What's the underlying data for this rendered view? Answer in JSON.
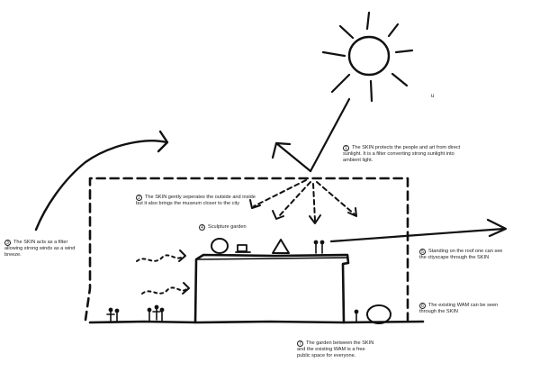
{
  "annotations": {
    "skin_protects": {
      "number": "1",
      "lines": [
        "The SKIN protects the people and art from direct",
        "sunlight. It is a filter converting strong sunlight into",
        "ambient light."
      ]
    },
    "skin_separates": {
      "number": "2",
      "lines": [
        "The SKIN gently seperates the outside and inside",
        "but it also brings the museum closer to the city"
      ]
    },
    "skin_filter_wind": {
      "number": "3",
      "lines": [
        "The SKIN acts as a filter",
        "allowing strong winds as a wind",
        "breeze."
      ]
    },
    "sculpture_garden": {
      "number": "4",
      "lines": [
        "Sculpture garden"
      ]
    },
    "roof_view": {
      "number": "5",
      "lines": [
        "Standing on the roof one can see",
        "the cityscape through the SKIN"
      ]
    },
    "existing_wam": {
      "number": "6",
      "lines": [
        "The existing WAM can be seen",
        "through the SKIN"
      ]
    },
    "free_space": {
      "number": "7",
      "lines": [
        "The garden between the SKIN",
        "and the existing WAM is a free",
        "public space for everyone."
      ]
    }
  },
  "stray_mark": "u"
}
